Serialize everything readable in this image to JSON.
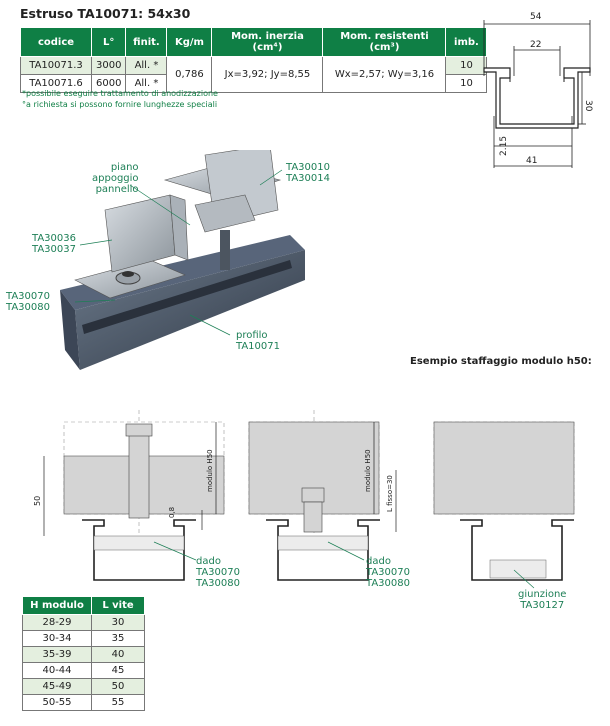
{
  "title": "Estruso TA10071: 54x30",
  "spec": {
    "headers": [
      "codice",
      "L°",
      "finit.",
      "Kg/m",
      "Mom. inerzia (cm⁴)",
      "Mom. resistenti (cm³)",
      "imb."
    ],
    "rows": [
      {
        "codice": "TA10071.3",
        "L": "3000",
        "finit": "All. *",
        "imb": "10"
      },
      {
        "codice": "TA10071.6",
        "L": "6000",
        "finit": "All. *",
        "imb": "10"
      }
    ],
    "kgm": "0,786",
    "inerzia": "Jx=3,92; Jy=8,55",
    "resistenti": "Wx=2,57; Wy=3,16"
  },
  "notes": [
    "*possibile eseguire trattamento di anodizzazione",
    "°a richiesta si possono fornire lunghezze speciali"
  ],
  "profile_dims": {
    "width": "54",
    "inner": "22",
    "height": "30",
    "wall": "2.15",
    "base": "41"
  },
  "labels": {
    "piano": "piano\nappoggio\npannello",
    "ta30010": "TA30010\nTA30014",
    "ta30036": "TA30036\nTA30037",
    "ta30070": "TA30070\nTA30080",
    "profilo": "profilo\nTA10071"
  },
  "example_title": "Esempio staffaggio modulo h50:",
  "diagram": {
    "dim50": "50",
    "dim08": "0,8",
    "modulo": "modulo H50",
    "lfisso": "L fisso=30",
    "dado1": "dado\nTA30070\nTA30080",
    "dado2": "dado\nTA30070\nTA30080",
    "giunzione": "giunzione\nTA30127"
  },
  "vite": {
    "headers": [
      "H modulo",
      "L vite"
    ],
    "rows": [
      [
        "28-29",
        "30"
      ],
      [
        "30-34",
        "35"
      ],
      [
        "35-39",
        "40"
      ],
      [
        "40-44",
        "45"
      ],
      [
        "45-49",
        "50"
      ],
      [
        "50-55",
        "55"
      ]
    ]
  },
  "colors": {
    "green": "#0f7f45",
    "light": "#e4efdf"
  }
}
